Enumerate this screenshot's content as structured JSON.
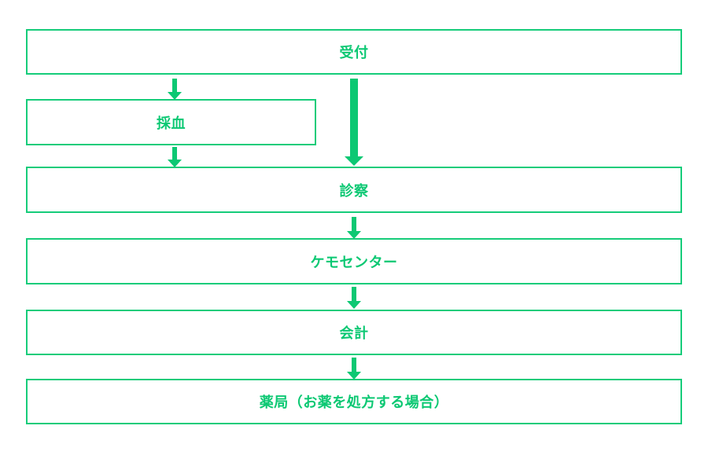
{
  "colors": {
    "accent_green": "#0cc873",
    "box_border_green": "#16cc7a",
    "background": "#ffffff"
  },
  "flowchart": {
    "nodes": [
      {
        "id": "reception",
        "label": "受付"
      },
      {
        "id": "blood-draw",
        "label": "採血"
      },
      {
        "id": "examination",
        "label": "診察"
      },
      {
        "id": "chemo-center",
        "label": "ケモセンター"
      },
      {
        "id": "accounting",
        "label": "会計"
      },
      {
        "id": "pharmacy",
        "label": "薬局（お薬を処方する場合）"
      }
    ],
    "connections": [
      {
        "from": "reception",
        "to": "blood-draw",
        "style": "thin"
      },
      {
        "from": "blood-draw",
        "to": "examination",
        "style": "thin"
      },
      {
        "from": "reception",
        "to": "examination",
        "style": "thick"
      },
      {
        "from": "examination",
        "to": "chemo-center",
        "style": "thin"
      },
      {
        "from": "chemo-center",
        "to": "accounting",
        "style": "thin"
      },
      {
        "from": "accounting",
        "to": "pharmacy",
        "style": "thin"
      }
    ]
  }
}
